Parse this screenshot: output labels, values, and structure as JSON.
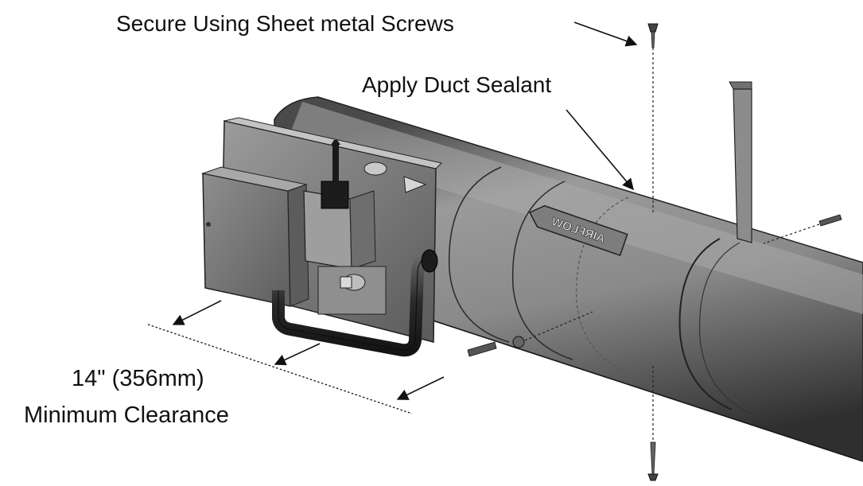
{
  "labels": {
    "screws": "Secure Using Sheet metal Screws",
    "sealant": "Apply Duct Sealant",
    "clearance_value": "14\" (356mm)",
    "clearance_text": "Minimum Clearance",
    "airflow_tag": "AIRFLOW"
  },
  "colors": {
    "duct_dark": "#3e3e3e",
    "duct_mid": "#8a8a8a",
    "duct_light": "#b8b8b8",
    "box_mid": "#7a7a7a",
    "line": "#111111"
  }
}
